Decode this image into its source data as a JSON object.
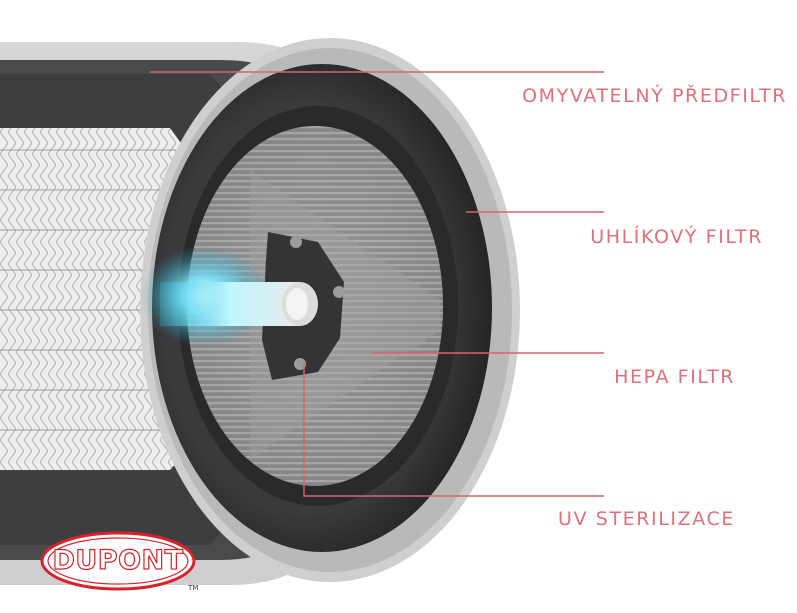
{
  "labels": {
    "prefilter": "OMYVATELNÝ PŘEDFILTR",
    "carbon": "UHLÍKOVÝ FILTR",
    "hepa": "HEPA FILTR",
    "uv": "UV STERILIZACE"
  },
  "logo": {
    "text": "DUPONT",
    "trademark": "TM"
  },
  "colors": {
    "label": "#e0707a",
    "callout_line": "#d9646e",
    "logo_red": "#d8222a",
    "uv_glow": "#7fe8ff",
    "carbon": "#2c2c2e"
  },
  "icons": [
    "dupont-logo-icon",
    "filter-cutaway-illustration"
  ]
}
